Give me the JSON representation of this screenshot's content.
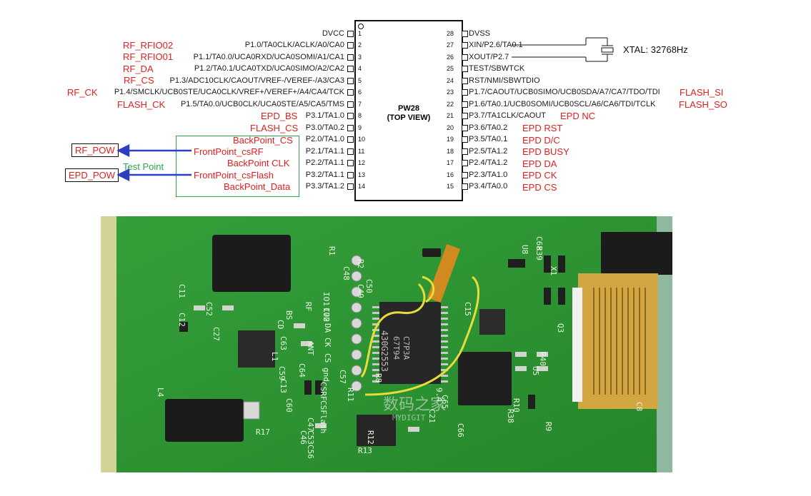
{
  "chip": {
    "name": "PW28",
    "view": "(TOP VIEW)"
  },
  "left_pins": [
    {
      "num": "1",
      "label": "DVCC"
    },
    {
      "num": "2",
      "label": "P1.0/TA0CLK/ACLK/A0/CA0"
    },
    {
      "num": "3",
      "label": "P1.1/TA0.0/UCA0RXD/UCA0SOMI/A1/CA1"
    },
    {
      "num": "4",
      "label": "P1.2/TA0.1/UCA0TXD/UCA0SIMO/A2/CA2"
    },
    {
      "num": "5",
      "label": "P1.3/ADC10CLK/CAOUT/VREF-/VEREF-/A3/CA3"
    },
    {
      "num": "6",
      "label": "P1.4/SMCLK/UCB0STE/UCA0CLK/VREF+/VEREF+/A4/CA4/TCK"
    },
    {
      "num": "7",
      "label": "P1.5/TA0.0/UCB0CLK/UCA0STE/A5/CA5/TMS"
    },
    {
      "num": "8",
      "label": "P3.1/TA1.0"
    },
    {
      "num": "9",
      "label": "P3.0/TA0.2"
    },
    {
      "num": "10",
      "label": "P2.0/TA1.0"
    },
    {
      "num": "11",
      "label": "P2.1/TA1.1"
    },
    {
      "num": "12",
      "label": "P2.2/TA1.1"
    },
    {
      "num": "13",
      "label": "P3.2/TA1.1"
    },
    {
      "num": "14",
      "label": "P3.3/TA1.2"
    }
  ],
  "right_pins": [
    {
      "num": "28",
      "label": "DVSS"
    },
    {
      "num": "27",
      "label": "XIN/P2.6/TA0.1"
    },
    {
      "num": "26",
      "label": "XOUT/P2.7"
    },
    {
      "num": "25",
      "label": "TEST/SBWTCK"
    },
    {
      "num": "24",
      "label": "RST/NMI/SBWTDIO"
    },
    {
      "num": "23",
      "label": "P1.7/CAOUT/UCB0SIMO/UCB0SDA/A7/CA7/TDO/TDI"
    },
    {
      "num": "22",
      "label": "P1.6/TA0.1/UCB0SOMI/UCB0SCL/A6/CA6/TDI/TCLK"
    },
    {
      "num": "21",
      "label": "P3.7/TA1CLK/CAOUT"
    },
    {
      "num": "20",
      "label": "P3.6/TA0.2"
    },
    {
      "num": "19",
      "label": "P3.5/TA0.1"
    },
    {
      "num": "18",
      "label": "P2.5/TA1.2"
    },
    {
      "num": "17",
      "label": "P2.4/TA1.2"
    },
    {
      "num": "16",
      "label": "P2.3/TA1.0"
    },
    {
      "num": "15",
      "label": "P3.4/TA0.0"
    }
  ],
  "left_annotations": [
    {
      "pin": "2",
      "text": "RF_RFIO02"
    },
    {
      "pin": "3",
      "text": "RF_RFIO01"
    },
    {
      "pin": "4",
      "text": "RF_DA"
    },
    {
      "pin": "5",
      "text": "RF_CS"
    },
    {
      "pin": "6",
      "text": "RF_CK"
    },
    {
      "pin": "7",
      "text": "FLASH_CK"
    },
    {
      "pin": "8",
      "text": "EPD_BS"
    },
    {
      "pin": "9",
      "text": "FLASH_CS"
    },
    {
      "pin": "10",
      "text": "BackPoint_CS"
    },
    {
      "pin": "11",
      "text": "FrontPoint_csRF"
    },
    {
      "pin": "12",
      "text": "BackPoint  CLK"
    },
    {
      "pin": "13",
      "text": "FrontPoint_csFlash"
    },
    {
      "pin": "14",
      "text": "BackPoint_Data"
    }
  ],
  "right_annotations": [
    {
      "pin": "23",
      "text": "FLASH_SI"
    },
    {
      "pin": "22",
      "text": "FLASH_SO"
    },
    {
      "pin": "21",
      "text": "EPD  NC"
    },
    {
      "pin": "20",
      "text": "EPD  RST"
    },
    {
      "pin": "19",
      "text": "EPD  D/C"
    },
    {
      "pin": "18",
      "text": "EPD  BUSY"
    },
    {
      "pin": "17",
      "text": "EPD  DA"
    },
    {
      "pin": "16",
      "text": "EPD  CK"
    },
    {
      "pin": "15",
      "text": "EPD  CS"
    }
  ],
  "test_point_label": "Test Point",
  "rf_pow": "RF_POW",
  "epd_pow": "EPD_POW",
  "xtal": "XTAL: 32768Hz",
  "colors": {
    "annotation": "#e02020",
    "test_point": "#2ea44f",
    "arrow": "#2b3fbf",
    "pcb": "#2f9a33"
  },
  "photo": {
    "silkscreen": [
      "IO2",
      "IO1",
      "DA",
      "CK",
      "CS",
      "gnd",
      "CSRF",
      "CSFlash",
      "RF",
      "BS",
      "CD",
      "C52",
      "C27",
      "C46",
      "C47",
      "C48",
      "C49",
      "C50",
      "C53",
      "C56",
      "C57",
      "C59",
      "C60",
      "C63",
      "C64",
      "C65",
      "C66",
      "C68",
      "R1",
      "R2",
      "R8",
      "R9",
      "R10",
      "R11",
      "R12",
      "R13",
      "R17",
      "R38",
      "R39",
      "R40",
      "U5",
      "X1",
      "Q3",
      "C8",
      "C11",
      "C12",
      "C13",
      "C15",
      "C21",
      "9.4",
      "ANT",
      "L1",
      "L4",
      "U8",
      "C70"
    ],
    "ic_text": "430G2553",
    "ic_subtext": "67T94",
    "ic_subtext2": "C7P3A",
    "watermark": "数码之家",
    "watermark_sub": "MYDIGIT"
  }
}
